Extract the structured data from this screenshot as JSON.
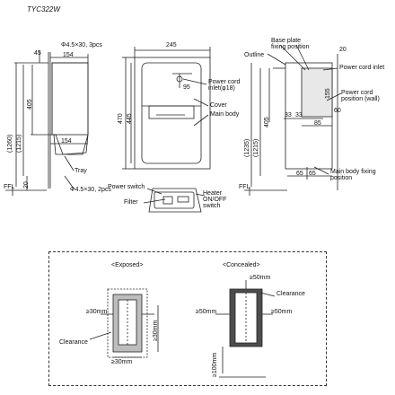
{
  "model": "TYC322W",
  "left_view": {
    "dim_top": "45",
    "dim_width_top": "154",
    "screw_top": "Φ4.5×30, 3pcs",
    "dim_1260": "(1260)",
    "dim_1215": "(1215)",
    "dim_405": "405",
    "dim_width_bottom": "154",
    "dim_20": "20",
    "tray_label": "Tray",
    "screw_bottom": "Φ4.5×30, 2pcs",
    "floor_label": "FFL"
  },
  "front_view": {
    "dim_245": "245",
    "dim_470": "470",
    "dim_445": "445",
    "dim_95": "95",
    "power_cord_inlet": "Power cord inlet(φ18)",
    "cover": "Cover",
    "main_body": "Main body",
    "power_switch": "Power switch",
    "filter": "Filter",
    "heater_switch": "Heater ON/OFF switch"
  },
  "right_view": {
    "base_plate": "Base plate fixing position",
    "outline": "Outline",
    "dim_20": "20",
    "power_cord_inlet": "Power cord inlet",
    "dim_155": "155",
    "power_cord_wall": "Power cord position (wall)",
    "dim_405": "405",
    "dim_33a": "33",
    "dim_33b": "33",
    "dim_60": "60",
    "dim_85": "85",
    "dim_1235": "(1235)",
    "dim_1215": "(1215)",
    "dim_65a": "65",
    "dim_65b": "65",
    "main_body_fixing": "Main body fixing position",
    "floor_label": "FFL"
  },
  "clearance": {
    "exposed_title": "<Exposed>",
    "concealed_title": "<Concealed>",
    "exp_left": "≥30mm",
    "exp_right": "≥30mm",
    "exp_bottom": "≥30mm",
    "exp_clearance": "Clearance",
    "con_top": "≥50mm",
    "con_left": "≥50mm",
    "con_right": "≥50mm",
    "con_bottom": "≥100mm",
    "con_clearance": "Clearance"
  }
}
